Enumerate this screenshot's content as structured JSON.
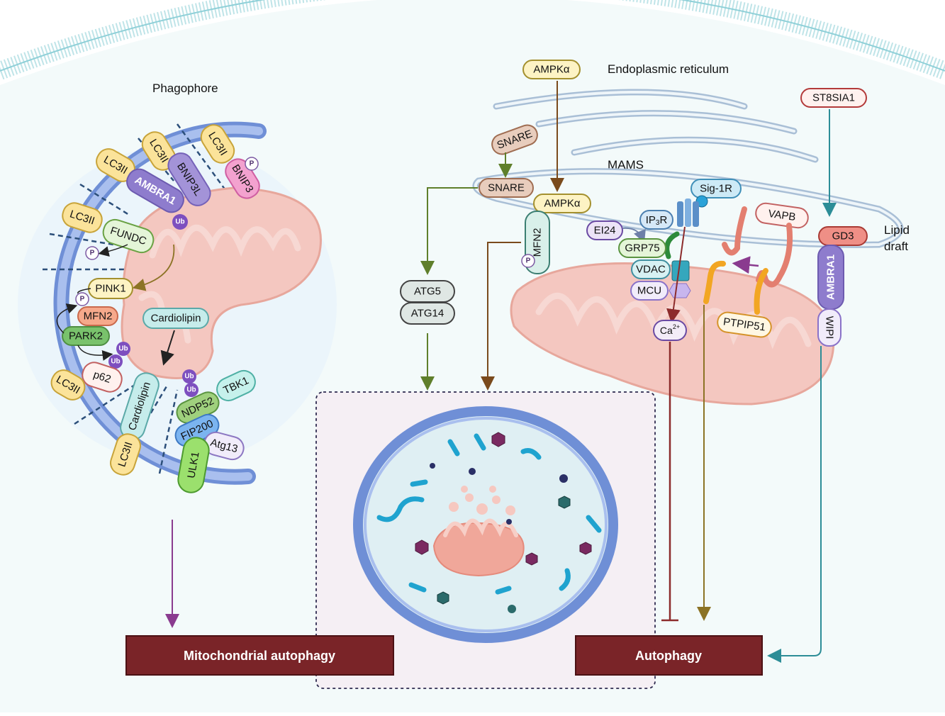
{
  "regions": {
    "phagophore": "Phagophore",
    "endoplasmic_reticulum": "Endoplasmic reticulum",
    "mams": "MAMS",
    "lipid_draft_line1": "Lipid",
    "lipid_draft_line2": "draft"
  },
  "outcomes": {
    "mitochondrial_autophagy": "Mitochondrial autophagy",
    "autophagy": "Autophagy"
  },
  "phagophore_proteins": {
    "lc3ii": "LC3II",
    "bnip3l": "BNIP3L",
    "bnip3": "BNIP3",
    "ambra1": "AMBRA1",
    "fundc": "FUNDC",
    "pink1": "PINK1",
    "mfn2": "MFN2",
    "park2": "PARK2",
    "p62": "p62",
    "cardiolipin": "Cardiolipin",
    "ndp52": "NDP52",
    "tbk1": "TBK1",
    "fip200": "FIP200",
    "atg13": "Atg13",
    "ulk1": "ULK1"
  },
  "er_proteins": {
    "ampk": "AMPKα",
    "snare": "SNARE",
    "mfn2": "MFN2",
    "atg5": "ATG5",
    "atg14": "ATG14",
    "sig1r": "Sig-1R",
    "ip3r_main": "IP",
    "ip3r_sub": "3",
    "ip3r_tail": "R",
    "ei24": "EI24",
    "grp75": "GRP75",
    "vdac": "VDAC",
    "mcu": "MCU",
    "ca_main": "Ca",
    "ca_sup": "2+",
    "vapb": "VAPB",
    "ptpip51": "PTPIP51",
    "st8sia1": "ST8SIA1",
    "gd3": "GD3",
    "ambra1": "AMBRA1",
    "wipi": "WIPI"
  },
  "modifiers": {
    "ub": "Ub",
    "p": "P"
  },
  "colors": {
    "membrane": "#8ea6dd",
    "mito": "#f4c7c0",
    "lc3": "#fbe39a",
    "purple": "#9b8ac9",
    "outcome": "#7a2428",
    "background": "#f3fafa"
  }
}
